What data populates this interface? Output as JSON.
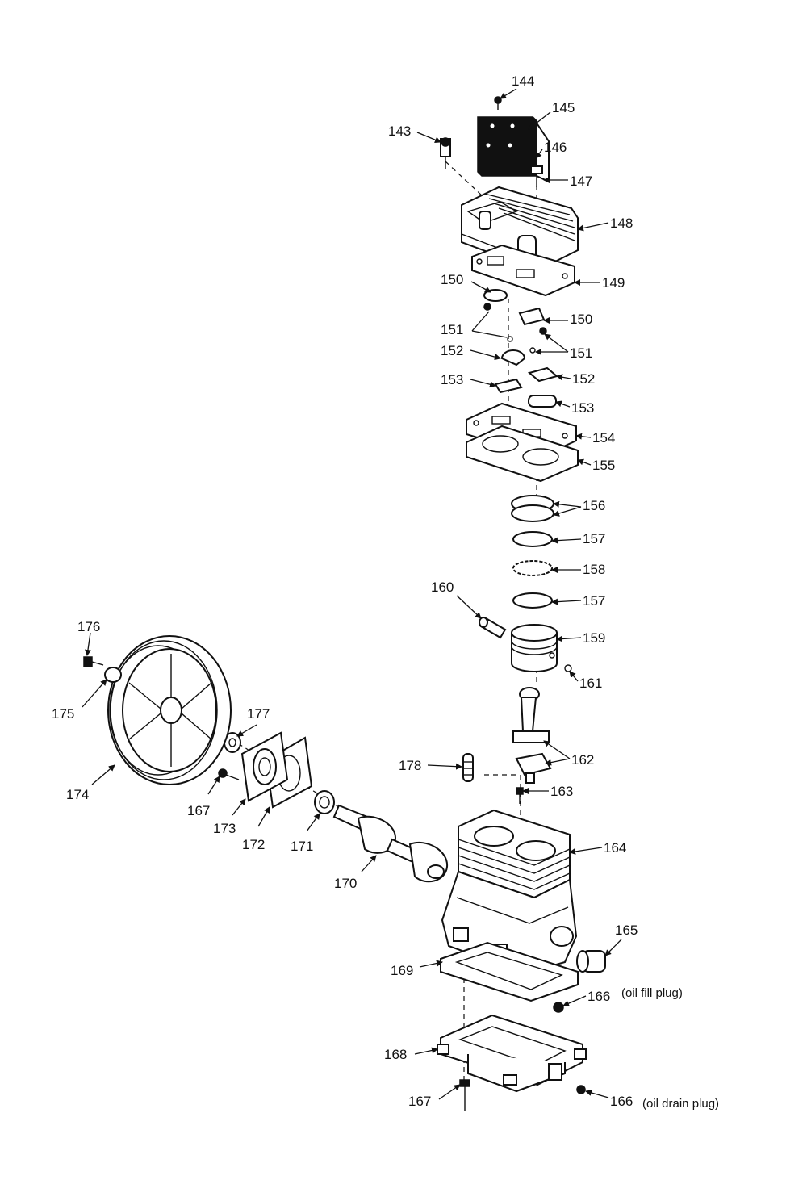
{
  "labels": {
    "p143": "143",
    "p144": "144",
    "p145": "145",
    "p146": "146",
    "p147": "147",
    "p148": "148",
    "p149": "149",
    "p150a": "150",
    "p150b": "150",
    "p151a": "151",
    "p151b": "151",
    "p152a": "152",
    "p152b": "152",
    "p153a": "153",
    "p153b": "153",
    "p154": "154",
    "p155": "155",
    "p156": "156",
    "p157a": "157",
    "p157b": "157",
    "p158": "158",
    "p159": "159",
    "p160": "160",
    "p161": "161",
    "p162": "162",
    "p163": "163",
    "p164": "164",
    "p165": "165",
    "p166a": "166",
    "p166b": "166",
    "p167a": "167",
    "p167b": "167",
    "p168": "168",
    "p169": "169",
    "p170": "170",
    "p171": "171",
    "p172": "172",
    "p173": "173",
    "p174": "174",
    "p175": "175",
    "p176": "176",
    "p177": "177",
    "p178": "178"
  },
  "notes": {
    "oil_fill": "(oil fill plug)",
    "oil_drain": "(oil drain plug)"
  }
}
